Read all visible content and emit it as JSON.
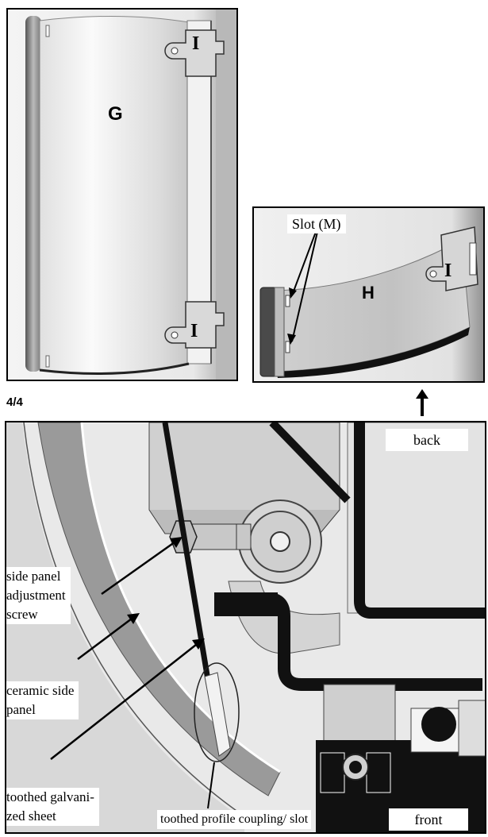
{
  "figure": {
    "step": "4/4",
    "panel_g": {
      "part_label": "G",
      "bracket_label_top": "I",
      "bracket_label_bottom": "I"
    },
    "panel_h": {
      "slot_label": "Slot (M)",
      "part_label": "H",
      "bracket_label": "I"
    },
    "bottom": {
      "label_back": "back",
      "label_front": "front",
      "label_screw_1": "side panel",
      "label_screw_2": "adjustment",
      "label_screw_3": "screw",
      "label_ceramic_1": "ceramic side",
      "label_ceramic_2": "panel",
      "label_sheet_1": "toothed galvani-",
      "label_sheet_2": "zed sheet",
      "label_coupling": "toothed profile coupling/ slot"
    }
  }
}
